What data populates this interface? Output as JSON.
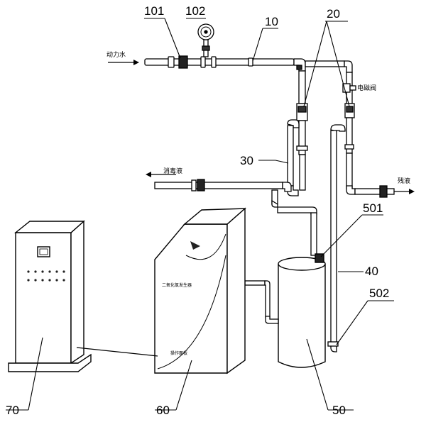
{
  "labels": {
    "power_water": "动力水",
    "disinfectant": "消毒液",
    "solenoid_valve": "电磁阀",
    "waste": "残液",
    "generator_title": "二氧化氯发生器",
    "generator_bottom": "操作面板"
  },
  "refs": {
    "r10": "10",
    "r101": "101",
    "r102": "102",
    "r20": "20",
    "r30": "30",
    "r40": "40",
    "r50": "50",
    "r60": "60",
    "r70": "70",
    "r501": "501",
    "r502": "502"
  }
}
